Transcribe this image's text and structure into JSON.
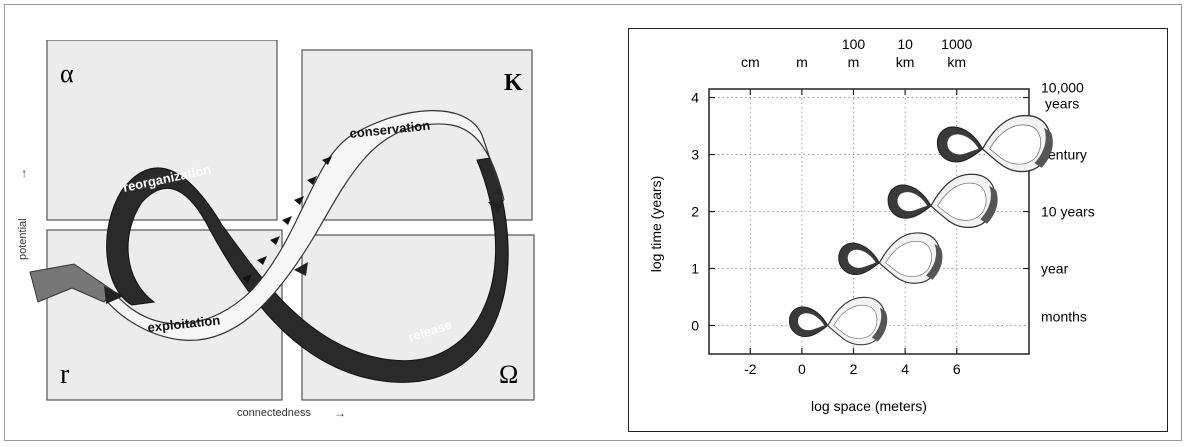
{
  "left_diagram": {
    "quadrants": {
      "alpha": "α",
      "k": "K",
      "r": "r",
      "omega": "Ω"
    },
    "phases": {
      "reorganization": "reorganization",
      "conservation": "conservation",
      "exploitation": "exploitation",
      "release": "release"
    },
    "axes": {
      "y_label": "potential",
      "x_label": "connectedness"
    },
    "arrow_glyph": "→"
  },
  "right_diagram": {
    "x_axis": {
      "label": "log space (meters)",
      "ticks": [
        -2,
        0,
        2,
        4,
        6
      ],
      "tick_labels": [
        "-2",
        "0",
        "2",
        "4",
        "6"
      ]
    },
    "y_axis": {
      "label": "log time (years)",
      "ticks": [
        0,
        1,
        2,
        3,
        4
      ],
      "tick_labels": [
        "0",
        "1",
        "2",
        "3",
        "4"
      ]
    },
    "top_axis": {
      "entries": [
        {
          "x": -2,
          "line1": "",
          "line2": "cm"
        },
        {
          "x": 0,
          "line1": "",
          "line2": "m"
        },
        {
          "x": 2,
          "line1": "100",
          "line2": "m"
        },
        {
          "x": 4,
          "line1": "10",
          "line2": "km"
        },
        {
          "x": 6,
          "line1": "1000",
          "line2": "km"
        }
      ]
    },
    "right_axis": {
      "entries": [
        {
          "y": 4,
          "line1": "10,000",
          "line2": "years"
        },
        {
          "y": 3,
          "line1": "century",
          "line2": ""
        },
        {
          "y": 2,
          "line1": "10 years",
          "line2": ""
        },
        {
          "y": 1,
          "line1": "year",
          "line2": ""
        },
        {
          "y": 0,
          "line1": "months",
          "line2": ""
        }
      ]
    },
    "cycles": [
      {
        "x": 1.0,
        "y": 0.0
      },
      {
        "x": 3.0,
        "y": 1.1
      },
      {
        "x": 5.0,
        "y": 2.1
      },
      {
        "x": 7.0,
        "y": 3.1
      }
    ]
  }
}
